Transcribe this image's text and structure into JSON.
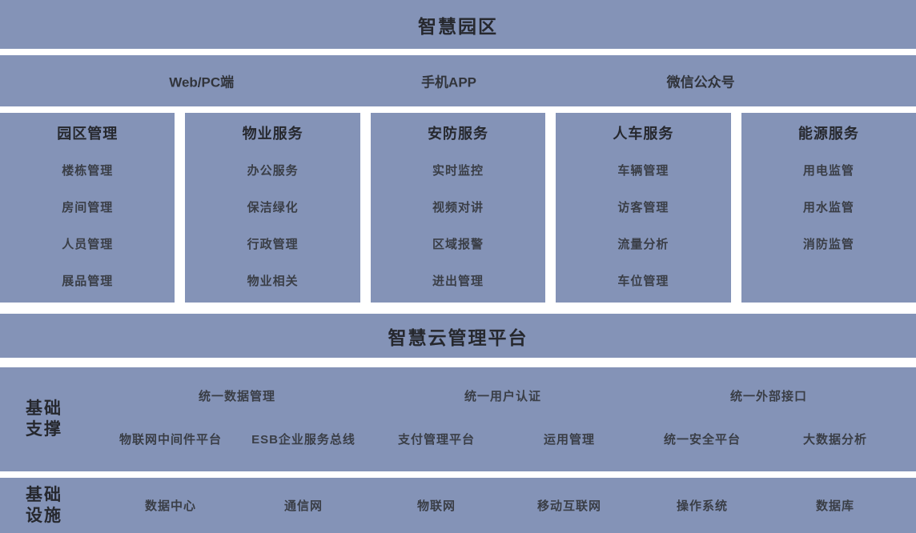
{
  "colors": {
    "band_background": "#8493b7",
    "gap_background": "#ffffff",
    "title_text": "#26282e",
    "item_text": "#3a3e46"
  },
  "header": {
    "title": "智慧园区"
  },
  "terminals": {
    "items": [
      "Web/PC端",
      "手机APP",
      "微信公众号"
    ]
  },
  "services": {
    "columns": [
      {
        "title": "园区管理",
        "items": [
          "楼栋管理",
          "房间管理",
          "人员管理",
          "展品管理"
        ]
      },
      {
        "title": "物业服务",
        "items": [
          "办公服务",
          "保洁绿化",
          "行政管理",
          "物业相关"
        ]
      },
      {
        "title": "安防服务",
        "items": [
          "实时监控",
          "视频对讲",
          "区域报警",
          "进出管理"
        ]
      },
      {
        "title": "人车服务",
        "items": [
          "车辆管理",
          "访客管理",
          "流量分析",
          "车位管理"
        ]
      },
      {
        "title": "能源服务",
        "items": [
          "用电监管",
          "用水监管",
          "消防监管"
        ]
      }
    ]
  },
  "platform": {
    "title": "智慧云管理平台"
  },
  "support": {
    "label": "基础\n支撑",
    "row1": [
      "统一数据管理",
      "统一用户认证",
      "统一外部接口"
    ],
    "row2": [
      "物联网中间件平台",
      "ESB企业服务总线",
      "支付管理平台",
      "运用管理",
      "统一安全平台",
      "大数据分析"
    ]
  },
  "infrastructure": {
    "label": "基础\n设施",
    "items": [
      "数据中心",
      "通信网",
      "物联网",
      "移动互联网",
      "操作系统",
      "数据库"
    ]
  }
}
